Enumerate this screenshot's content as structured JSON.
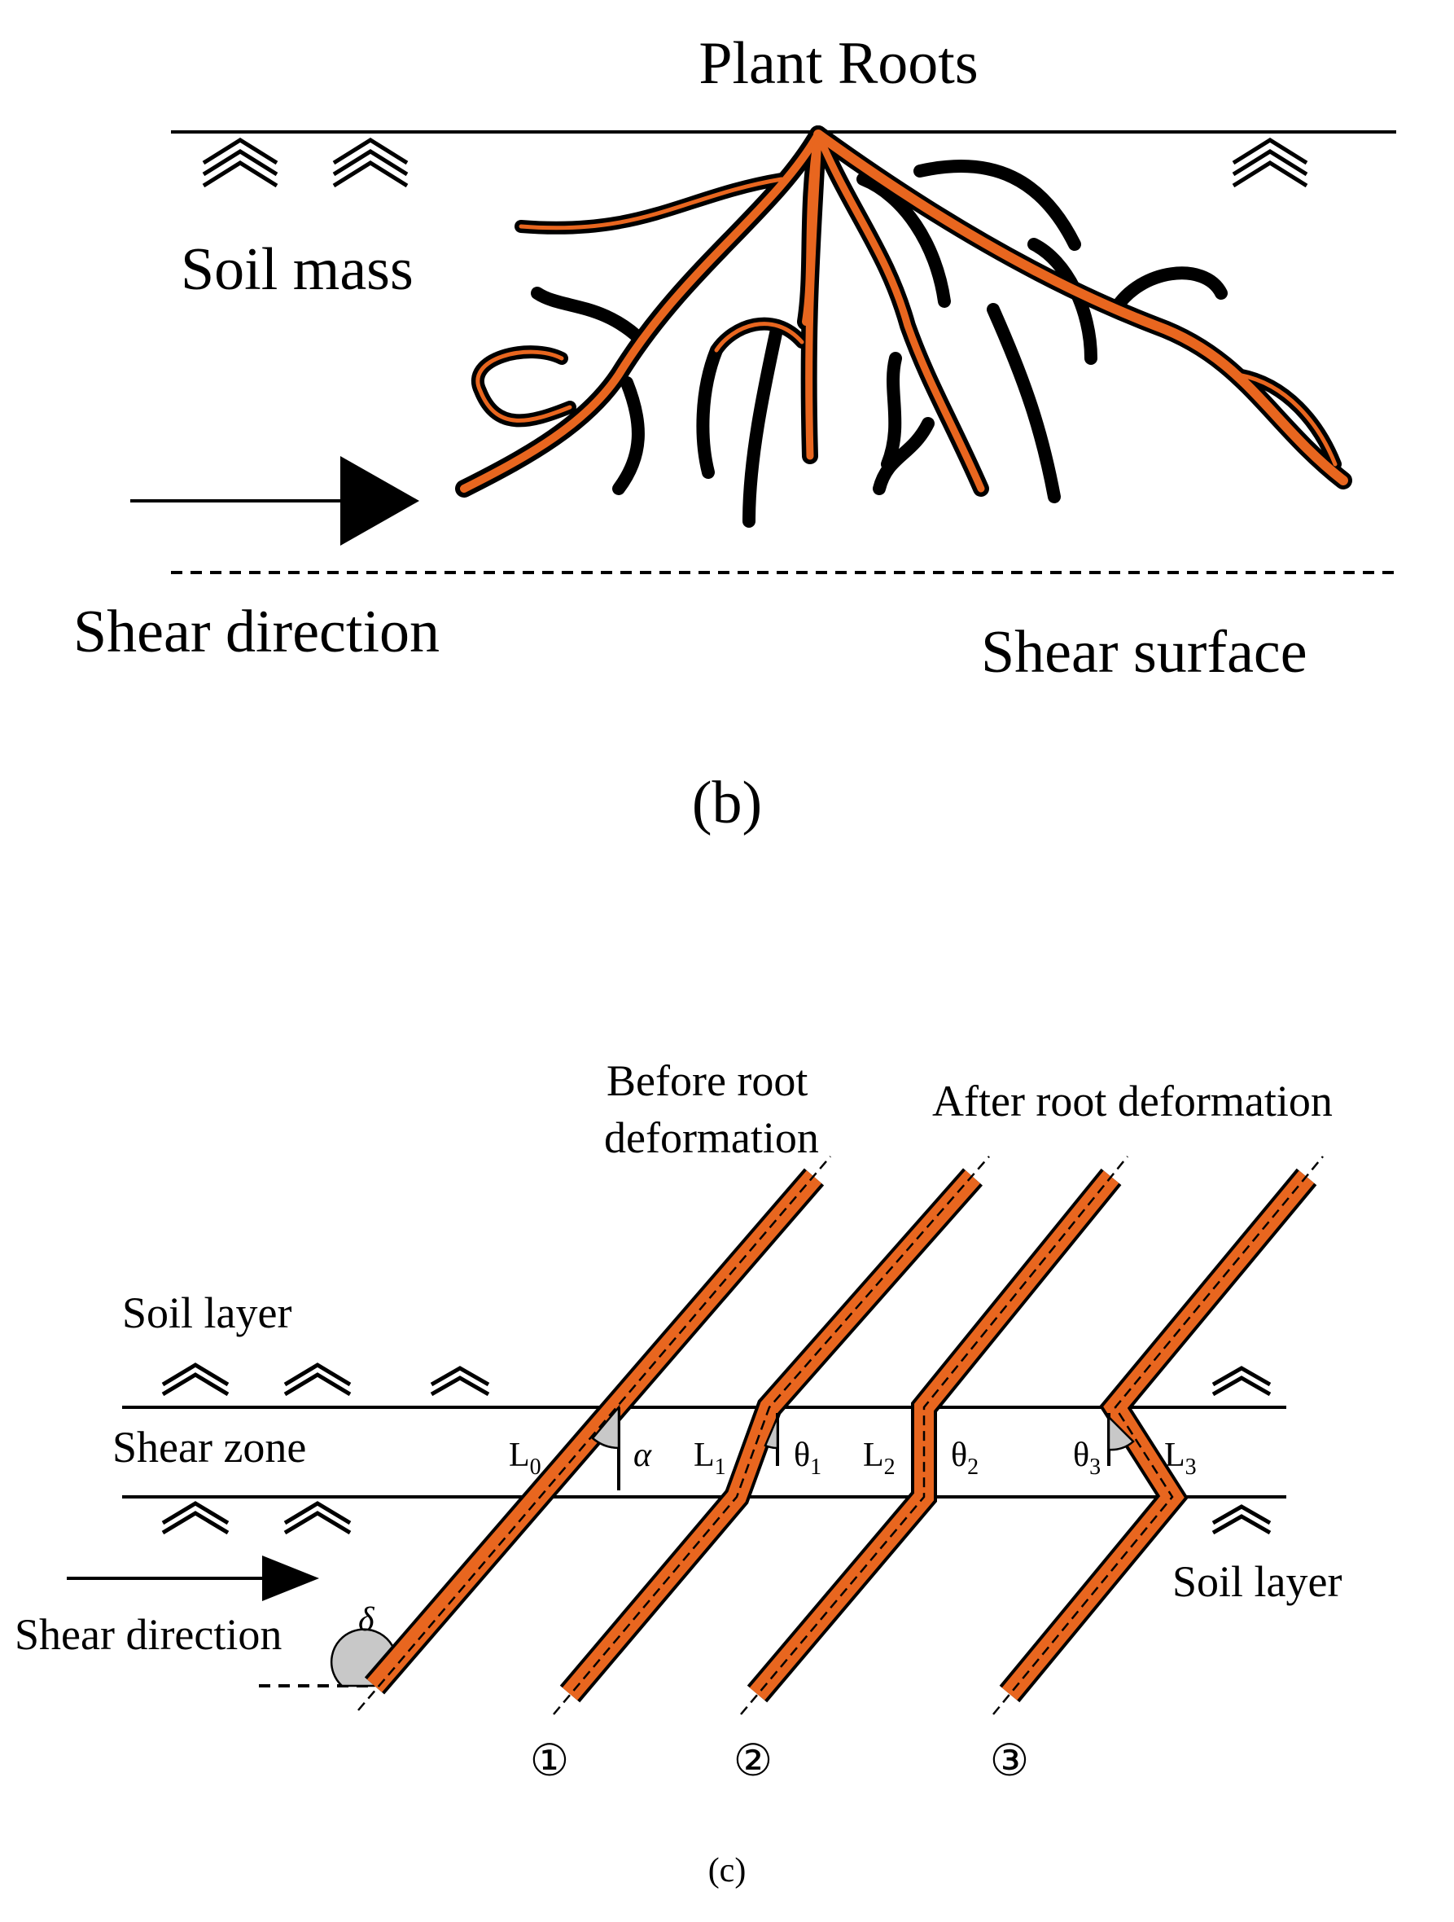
{
  "colors": {
    "root": "#e8661f",
    "outline": "#000000",
    "wedge": "#c8c8c8"
  },
  "panel_b": {
    "title": "Plant Roots",
    "soil_label": "Soil mass",
    "shear_direction": "Shear direction",
    "shear_surface": "Shear surface",
    "caption": "(b)"
  },
  "panel_c": {
    "before_line1": "Before  root",
    "before_line2": "deformation",
    "after": "After root deformation",
    "soil_layer_top": "Soil layer",
    "shear_zone": "Shear zone",
    "soil_layer_right": "Soil layer",
    "shear_direction": "Shear direction",
    "delta": "δ",
    "alpha": "α",
    "L0": {
      "base": "L",
      "sub": "0"
    },
    "L1": {
      "base": "L",
      "sub": "1"
    },
    "L2": {
      "base": "L",
      "sub": "2"
    },
    "L3": {
      "base": "L",
      "sub": "3"
    },
    "theta1": {
      "base": "θ",
      "sub": "1"
    },
    "theta2": {
      "base": "θ",
      "sub": "2"
    },
    "theta3": {
      "base": "θ",
      "sub": "3"
    },
    "stage1": "①",
    "stage2": "②",
    "stage3": "③",
    "caption": "(c)"
  }
}
